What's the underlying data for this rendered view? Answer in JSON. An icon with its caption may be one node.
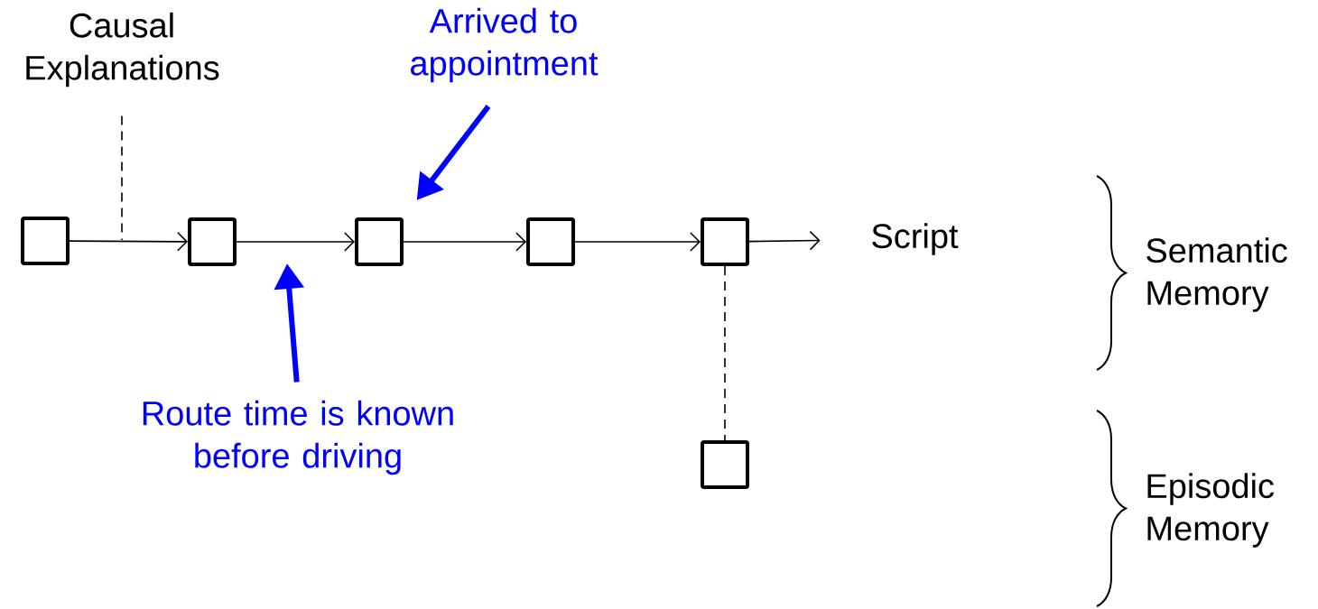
{
  "diagram": {
    "nodes": [
      {
        "text": [],
        "shape": "box"
      },
      {
        "text": [],
        "shape": "box"
      },
      {
        "text": [],
        "shape": "box"
      },
      {
        "text": [],
        "shape": "box"
      },
      {
        "text": [],
        "shape": "box"
      },
      {
        "text": [],
        "shape": "box"
      },
      {
        "text": [
          "Script"
        ]
      },
      {
        "text": [
          "Causal Explanations"
        ]
      },
      {
        "text": [
          "Arrived to appointment"
        ]
      },
      {
        "text": [
          "Route time is known before driving"
        ]
      }
    ],
    "edges": [
      {
        "from": 0,
        "to": 1,
        "arrow": "to"
      },
      {
        "from": 1,
        "to": 2,
        "arrow": "to"
      },
      {
        "from": 2,
        "to": 3,
        "arrow": "to"
      },
      {
        "from": 3,
        "to": 4,
        "arrow": "to"
      },
      {
        "from": 4,
        "to": 6,
        "arrow": "to"
      },
      {
        "from": 4,
        "to": 5,
        "arrow": "none",
        "style": "dashed"
      },
      {
        "from": 7,
        "to": null,
        "arrow": "none",
        "style": "dashed"
      },
      {
        "from": 8,
        "to": 2,
        "arrow": "to",
        "style": "thick",
        "color": "#0000ff"
      },
      {
        "from": 9,
        "to": null,
        "arrow": "to",
        "style": "thick",
        "color": "#0000ff"
      }
    ],
    "labels": [
      "Semantic Memory",
      "Episodic Memory"
    ]
  }
}
